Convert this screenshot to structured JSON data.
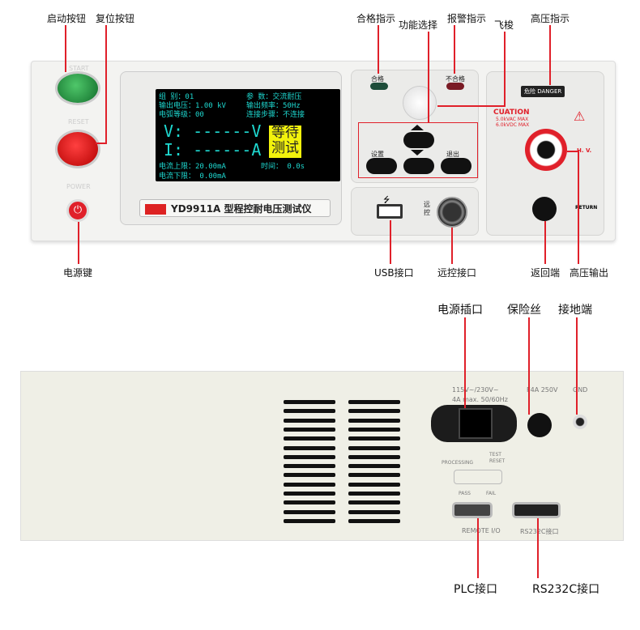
{
  "front_annotations": {
    "start_button": "启动按钮",
    "reset_button": "复位按钮",
    "pass_indicator": "合格指示",
    "function_select": "功能选择",
    "alarm_indicator": "报警指示",
    "jog_dial": "飞梭",
    "hv_indicator": "高压指示",
    "power_key": "电源键",
    "usb_port": "USB接口",
    "remote_port": "远控接口",
    "return_terminal": "返回端",
    "hv_output": "高压输出"
  },
  "front_panel": {
    "start_label": "START",
    "reset_label": "RESET",
    "power_label": "POWER",
    "model_title": "YD9911A 型程控耐电压测试仪",
    "pass_led_label": "合格",
    "fail_led_label": "不合格",
    "key_set": "设置",
    "key_exit": "退出",
    "remote_label": "远控",
    "danger_label": "危险 DANGER",
    "caution": "CUATION",
    "caution_ac": "5.0kVAC MAX",
    "caution_dc": "6.0kVDC MAX",
    "hv_label": "H. V.",
    "return_label": "RETURN"
  },
  "lcd": {
    "group": "组    别：01",
    "param": "参    数：交流耐压",
    "output_voltage": "输出电压：1.00 kV",
    "output_freq": "输出频率：50Hz",
    "arc_level": "电弧等级：00",
    "connect_step": "连接步骤：不连接",
    "voltage_reading": "V: ------V",
    "current_reading": "I: ------A",
    "status_line1": "等待",
    "status_line2": "测试",
    "current_upper": "电流上限：20.00mA",
    "time": "时间：  0.0s",
    "current_lower": "电流下限： 0.00mA"
  },
  "rear_annotations": {
    "power_socket": "电源插口",
    "fuse": "保险丝",
    "ground": "接地端",
    "plc_port": "PLC接口",
    "rs232_port": "RS232C接口"
  },
  "rear_panel": {
    "voltage_spec": "115V~/230V~",
    "current_spec": "4A max. 50/60Hz",
    "fuse_spec": "F4A  250V",
    "gnd_label": "GND",
    "processing": "PROCESSING",
    "test": "TEST",
    "reset": "RESET",
    "pass": "PASS",
    "fail": "FAIL",
    "remote_io": "REMOTE I/O",
    "rs232_label": "RS232C接口"
  }
}
